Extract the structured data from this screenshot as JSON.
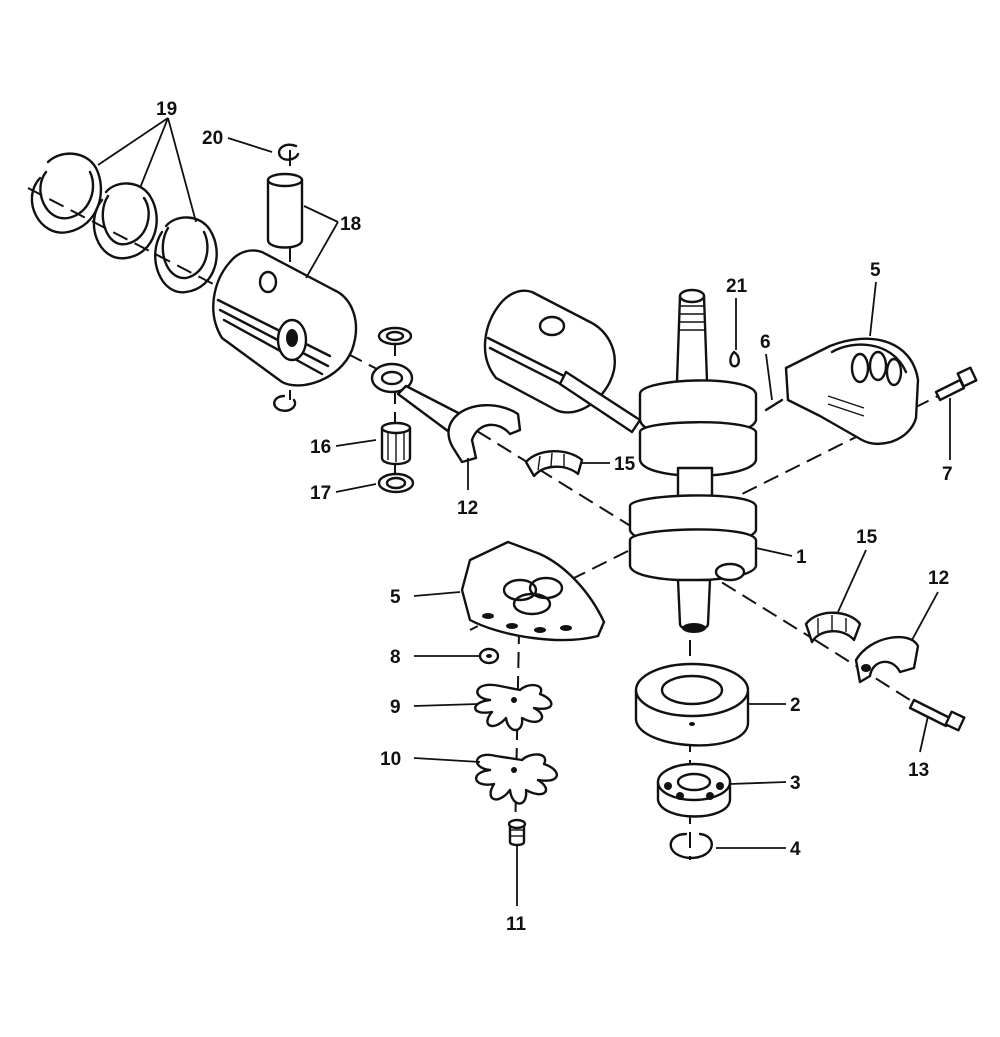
{
  "figure": {
    "callouts": {
      "c1": "1",
      "c2": "2",
      "c3": "3",
      "c4": "4",
      "c5_top": "5",
      "c5_low": "5",
      "c6": "6",
      "c7": "7",
      "c8": "8",
      "c9": "9",
      "c10": "10",
      "c11": "11",
      "c12_left": "12",
      "c12_right": "12",
      "c13": "13",
      "c15_left": "15",
      "c15_right": "15",
      "c16": "16",
      "c17": "17",
      "c18": "18",
      "c19": "19",
      "c20": "20",
      "c21": "21"
    }
  }
}
